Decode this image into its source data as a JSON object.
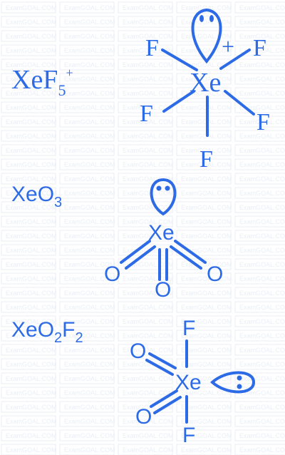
{
  "colors": {
    "ink": "#2d6be6",
    "watermark": "#e9eef6"
  },
  "watermark": {
    "text": "ExamGOAL.COM"
  },
  "molecules": [
    {
      "formula": {
        "base": "XeF",
        "sub": "5",
        "sup": "+"
      },
      "center": "Xe",
      "charge": "+",
      "atoms": [
        "F",
        "F",
        "F",
        "F",
        "F"
      ],
      "lone_pairs": 1
    },
    {
      "formula": {
        "base": "XeO",
        "sub": "3"
      },
      "center": "Xe",
      "atoms": [
        "O",
        "O",
        "O"
      ],
      "lone_pairs": 1
    },
    {
      "formula": {
        "base1": "XeO",
        "sub1": "2",
        "base2": "F",
        "sub2": "2"
      },
      "center": "Xe",
      "atoms": [
        "F",
        "O",
        "O",
        "F"
      ],
      "lone_pairs": 1
    }
  ]
}
